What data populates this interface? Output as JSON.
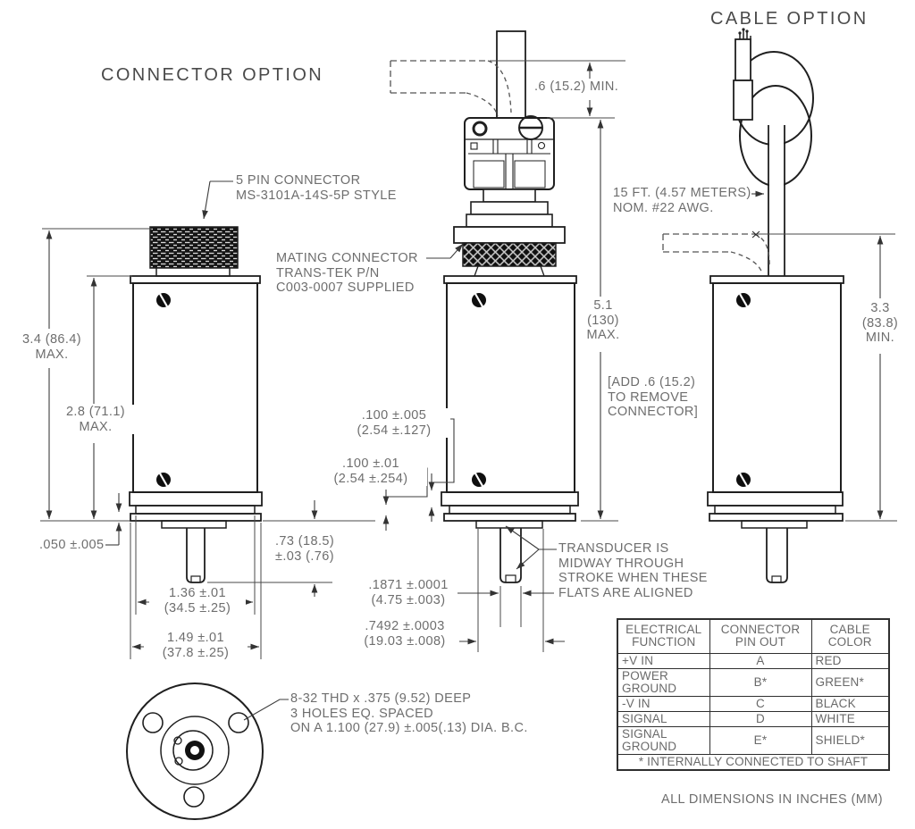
{
  "titles": {
    "connector": "CONNECTOR OPTION",
    "cable": "CABLE OPTION"
  },
  "callouts": {
    "pin_connector": "5 PIN CONNECTOR\nMS-3101A-14S-5P STYLE",
    "mating_connector": "MATING CONNECTOR\nTRANS-TEK P/N\nC003-0007 SUPPLIED",
    "cable_length": "15 FT. (4.57 METERS)\nNOM. #22 AWG.",
    "remove_note": "[ADD .6 (15.2)\nTO REMOVE\nCONNECTOR]",
    "transducer_note": "TRANSDUCER IS\nMIDWAY THROUGH\nSTROKE WHEN THESE\nFLATS ARE ALIGNED",
    "thread_note": "8-32 THD x .375 (9.52) DEEP\n3 HOLES EQ. SPACED\nON A 1.100 (27.9) ±.005(.13) DIA. B.C."
  },
  "dimensions": {
    "height_max": "3.4 (86.4)\nMAX.",
    "body_max": "2.8 (71.1)\nMAX.",
    "flange_thickness": ".050 ±.005",
    "bolt_spacing": "1.36 ±.01\n(34.5 ±.25)",
    "base_width": "1.49 ±.01\n(37.8 ±.25)",
    "shaft_ext": ".73 (18.5)\n±.03 (.76)",
    "min_bend": ".6 (15.2) MIN.",
    "total_height": "5.1\n(130)\nMAX.",
    "cable_height": "3.3\n(83.8)\nMIN.",
    "gap_a": ".100 ±.005\n(2.54 ±.127)",
    "gap_b": ".100 ±.01\n(2.54 ±.254)",
    "shaft_dia": ".1871 ±.0001\n(4.75 ±.003)",
    "flats_width": ".7492 ±.0003\n(19.03 ±.008)"
  },
  "table": {
    "headers": [
      "ELECTRICAL\nFUNCTION",
      "CONNECTOR\nPIN OUT",
      "CABLE\nCOLOR"
    ],
    "rows": [
      [
        "+V IN",
        "A",
        "RED"
      ],
      [
        "POWER\nGROUND",
        "B*",
        "GREEN*"
      ],
      [
        "-V IN",
        "C",
        "BLACK"
      ],
      [
        "SIGNAL",
        "D",
        "WHITE"
      ],
      [
        "SIGNAL\nGROUND",
        "E*",
        "SHIELD*"
      ]
    ],
    "footnote": "* INTERNALLY CONNECTED TO SHAFT"
  },
  "notes": {
    "units": "ALL DIMENSIONS IN INCHES (MM)"
  }
}
